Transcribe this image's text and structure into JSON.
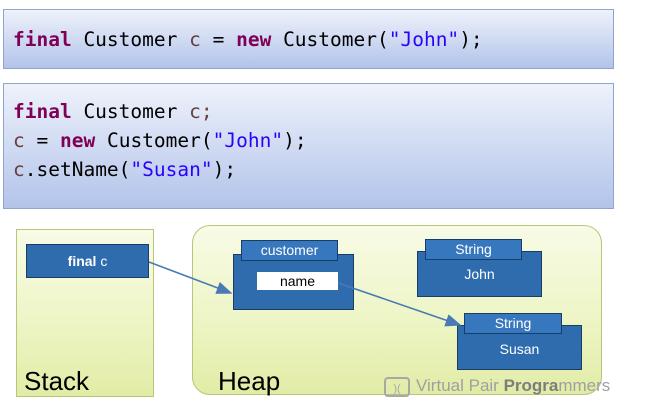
{
  "snippet1": {
    "lines": [
      [
        {
          "t": "final",
          "c": "kw"
        },
        {
          "t": " Customer ",
          "c": ""
        },
        {
          "t": "c",
          "c": "var"
        },
        {
          "t": " = ",
          "c": ""
        },
        {
          "t": "new",
          "c": "kw"
        },
        {
          "t": " Customer(",
          "c": ""
        },
        {
          "t": "\"John\"",
          "c": "str"
        },
        {
          "t": ");",
          "c": ""
        }
      ]
    ]
  },
  "snippet2": {
    "lines": [
      [
        {
          "t": "final",
          "c": "kw"
        },
        {
          "t": " Customer ",
          "c": ""
        },
        {
          "t": "c;",
          "c": "var"
        }
      ],
      [
        {
          "t": "c",
          "c": "var"
        },
        {
          "t": " = ",
          "c": ""
        },
        {
          "t": "new",
          "c": "kw"
        },
        {
          "t": " Customer(",
          "c": ""
        },
        {
          "t": "\"John\"",
          "c": "str"
        },
        {
          "t": ");",
          "c": ""
        }
      ],
      [
        {
          "t": "c",
          "c": "var"
        },
        {
          "t": ".setName(",
          "c": ""
        },
        {
          "t": "\"Susan\"",
          "c": "str"
        },
        {
          "t": ");",
          "c": ""
        }
      ]
    ]
  },
  "stack": {
    "label": "Stack",
    "variable": {
      "keyword": "final",
      "name": "c"
    }
  },
  "heap": {
    "label": "Heap",
    "customer_object": {
      "type": "customer",
      "field": "name"
    },
    "string_john": {
      "type": "String",
      "value": "John"
    },
    "string_susan": {
      "type": "String",
      "value": "Susan"
    }
  },
  "watermark": {
    "prefix": "Virtual Pair ",
    "bold": "Progra",
    "suffix": "mmers"
  },
  "colors": {
    "keyword": "#7f0055",
    "variable": "#6a3e3e",
    "string": "#2a00ff",
    "object_fill": "#2e6cae",
    "arrow": "#4a7ab5"
  }
}
